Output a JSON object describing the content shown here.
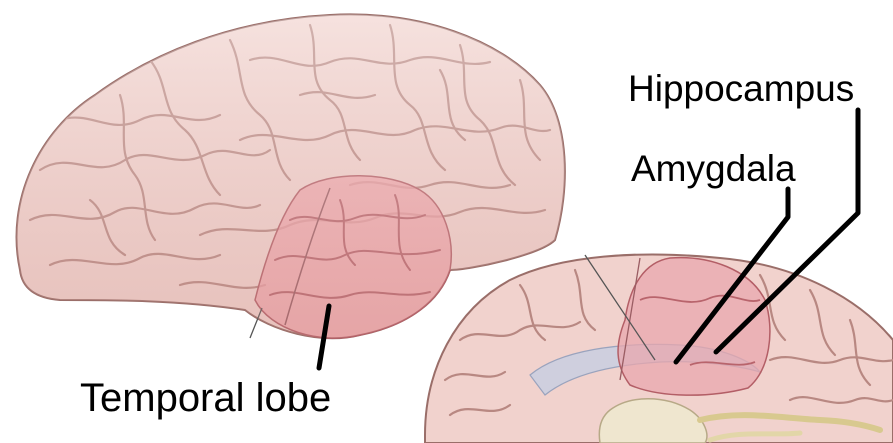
{
  "labels": {
    "hippocampus": "Hippocampus",
    "amygdala": "Amygdala",
    "temporal_lobe": "Temporal lobe"
  },
  "colors": {
    "cortex_fill": "#f1d2cd",
    "cortex_edge": "#9a6e69",
    "gyri_line": "#b88882",
    "temporal_highlight": "#ee9fa6",
    "hippocampus_region": "#e8a7ad",
    "ventricle": "#c9cfe0",
    "brainstem": "#efe6cf",
    "leader_line": "#000000"
  }
}
